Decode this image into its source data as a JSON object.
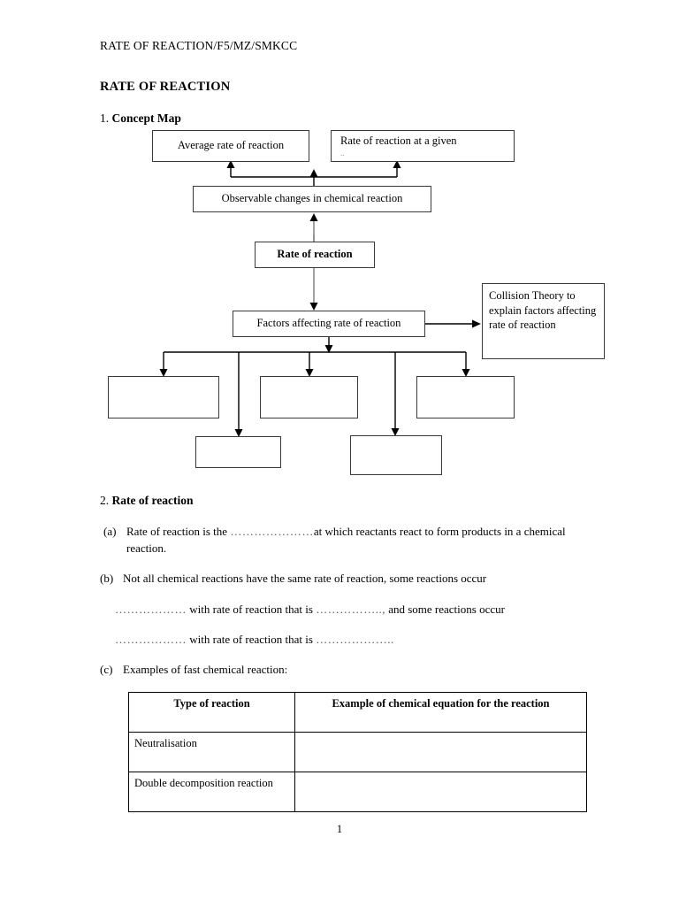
{
  "document": {
    "header": "RATE OF REACTION/F5/MZ/SMKCC",
    "title": "RATE OF REACTION",
    "page_number": "1"
  },
  "sections": {
    "one": {
      "number": "1.",
      "label": "Concept  Map"
    },
    "two": {
      "number": "2.",
      "label": "Rate of reaction"
    }
  },
  "concept_map": {
    "nodes": {
      "average_rate": "Average rate of reaction",
      "at_given": "Rate of reaction at a given",
      "at_given_clipped": "..",
      "observable": "Observable changes in chemical reaction",
      "rate_of_reaction": "Rate of reaction",
      "factors": "Factors affecting rate of reaction",
      "collision_theory": "Collision Theory to explain factors affecting rate of reaction",
      "blank_1": "",
      "blank_2": "",
      "blank_3": "",
      "blank_4": "",
      "blank_5": ""
    }
  },
  "questions": {
    "a": {
      "marker": "(a)",
      "text_before": "Rate of reaction is the ",
      "blank": "…………………",
      "text_after": "at which reactants react to form products in a chemical reaction."
    },
    "b": {
      "marker": "(b)",
      "line1": "Not all chemical reactions have the same rate of reaction, some reactions occur",
      "line2_blank1": "………………",
      "line2_mid": " with rate of reaction that is ",
      "line2_blank2": "……………..,",
      "line2_end": " and some reactions occur",
      "line3_blank1": "………………",
      "line3_mid": " with rate of reaction that is ",
      "line3_blank2": "……………….."
    },
    "c": {
      "marker": "(c)",
      "text": "Examples of fast chemical reaction:"
    }
  },
  "table": {
    "headers": [
      "Type of reaction",
      "Example of chemical equation for the reaction"
    ],
    "rows": [
      {
        "type": "Neutralisation",
        "example": ""
      },
      {
        "type": "Double decomposition reaction",
        "example": ""
      }
    ]
  }
}
